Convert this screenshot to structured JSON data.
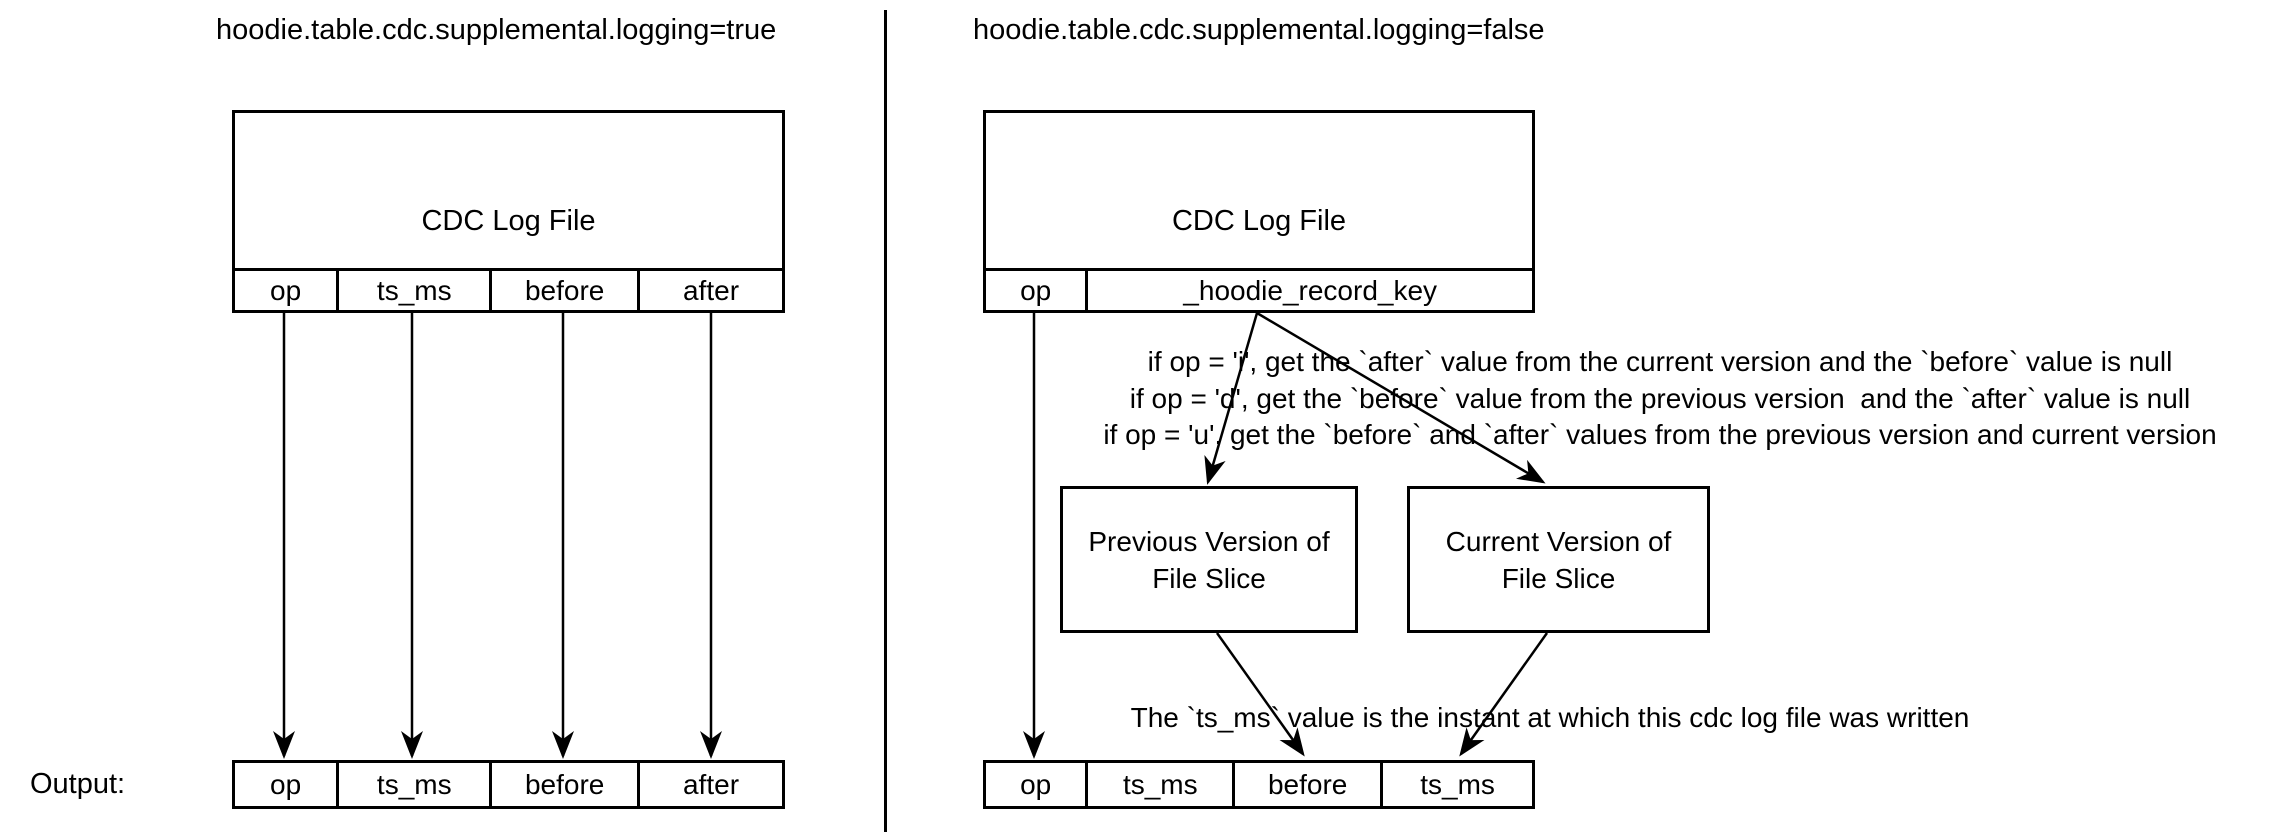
{
  "canvas": {
    "background": "#ffffff",
    "line_color": "#000000",
    "text_color": "#000000"
  },
  "left_panel": {
    "title": "hoodie.table.cdc.supplemental.logging=true",
    "log_file_box": {
      "label": "CDC Log File",
      "columns": [
        "op",
        "ts_ms",
        "before",
        "after"
      ]
    },
    "output_label": "Output:",
    "output_row": [
      "op",
      "ts_ms",
      "before",
      "after"
    ]
  },
  "right_panel": {
    "title": "hoodie.table.cdc.supplemental.logging=false",
    "log_file_box": {
      "label": "CDC Log File",
      "columns": [
        "op",
        "_hoodie_record_key"
      ]
    },
    "op_rules": [
      "if op = 'i', get the `after` value from the current version and the `before` value is null",
      "if op = 'd', get the `before` value from the previous version  and the `after` value is null",
      "if op = 'u', get the `before` and `after` values from the previous version and current version"
    ],
    "previous_version_box": {
      "line1": "Previous Version of",
      "line2": "File Slice"
    },
    "current_version_box": {
      "line1": "Current Version of",
      "line2": "File Slice"
    },
    "ts_ms_note": "The `ts_ms` value is the instant at which this cdc log file was written",
    "output_row": [
      "op",
      "ts_ms",
      "before",
      "ts_ms"
    ]
  }
}
